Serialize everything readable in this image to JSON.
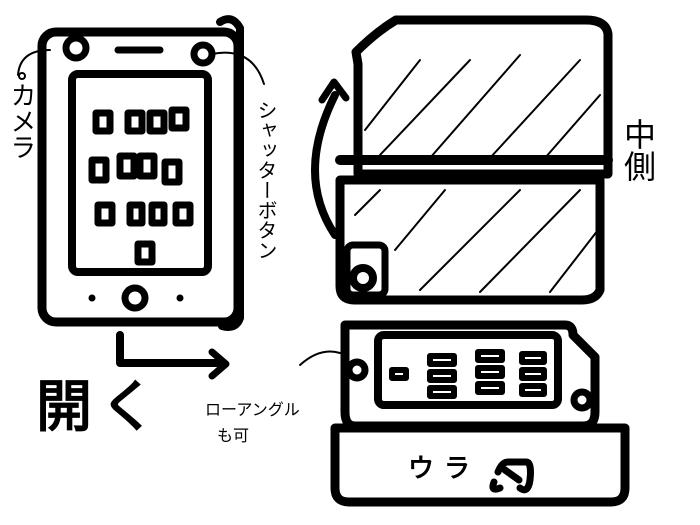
{
  "labels": {
    "camera": "カメラ",
    "shutter_button": "シャッターボタン",
    "open": "開く",
    "inner_side": "中側",
    "low_angle_line1": "ローアングル",
    "low_angle_line2": "も可",
    "back_side": "ウラ"
  },
  "colors": {
    "ink": "#000000",
    "paper": "#ffffff"
  }
}
